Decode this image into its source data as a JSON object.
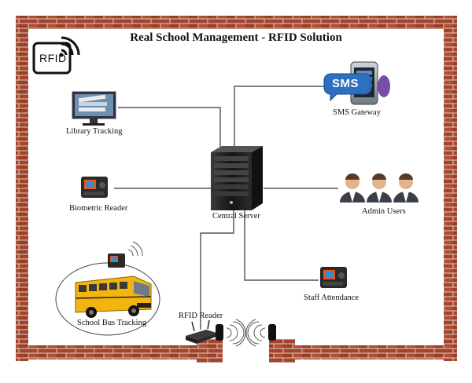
{
  "title": "Real School Management - RFID Solution",
  "logo": {
    "text": "RFID",
    "icon": "rfid-logo-icon"
  },
  "nodes": {
    "library": {
      "label": "Library Tracking",
      "icon": "library-computer-icon"
    },
    "biometric": {
      "label": "Biometric Reader",
      "icon": "biometric-reader-icon"
    },
    "bus": {
      "label": "School Bus Tracking",
      "icon": "school-bus-icon"
    },
    "rfid_reader": {
      "label": "RFID Reader",
      "icon": "rfid-reader-icon"
    },
    "server": {
      "label": "Central Server",
      "icon": "server-tower-icon"
    },
    "sms": {
      "label": "SMS Gateway",
      "badge": "SMS",
      "icon": "sms-phone-icon"
    },
    "admin": {
      "label": "Admin Users",
      "icon": "admin-users-icon"
    },
    "staff": {
      "label": "Staff Attendance",
      "icon": "staff-attendance-reader-icon"
    }
  },
  "colors": {
    "brick": "#a4442c",
    "mortar": "#d8cfc4",
    "line": "#333333",
    "server": "#1c1c1c",
    "bus": "#f2b40f"
  }
}
